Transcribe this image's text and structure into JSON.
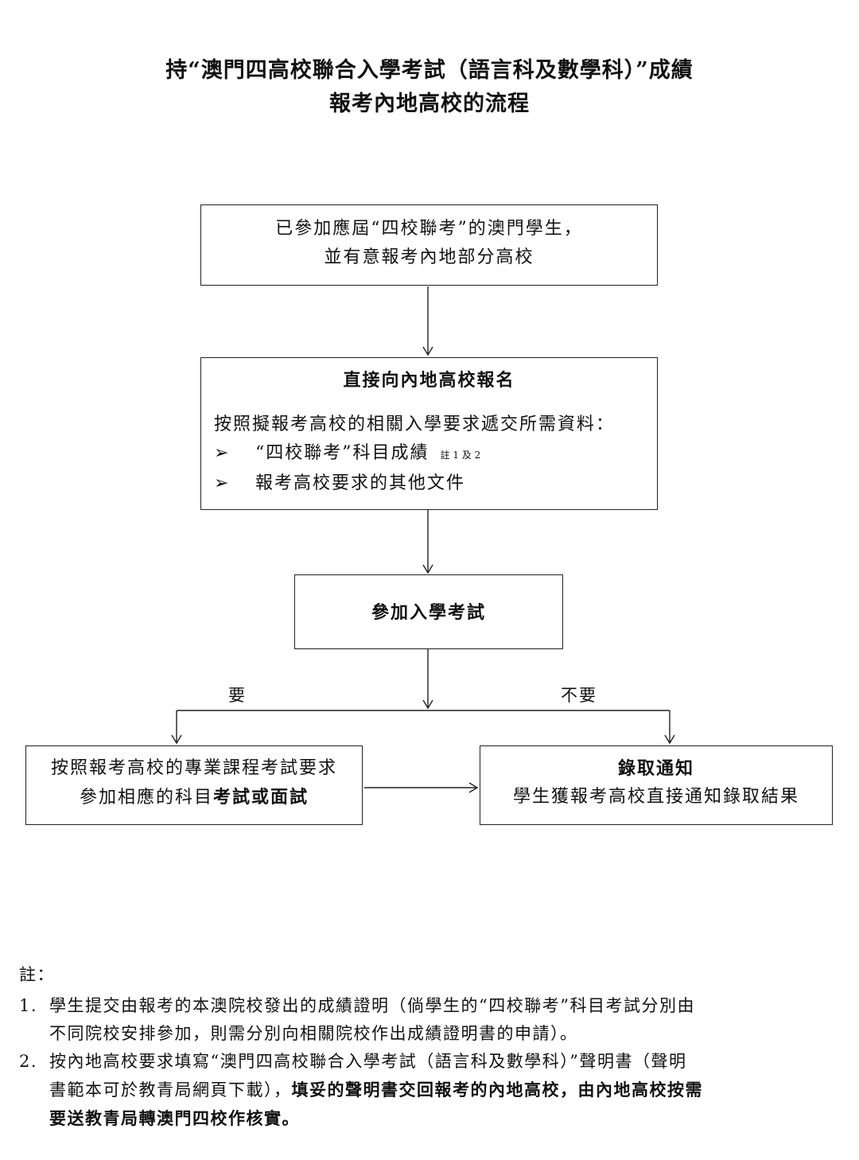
{
  "title": {
    "line1": "持“澳門四高校聯合入學考試（語言科及數學科）”成績",
    "line2": "報考內地高校的流程"
  },
  "flow": {
    "step1": {
      "line1": "已參加應屆“四校聯考”的澳門學生，",
      "line2": "並有意報考內地部分高校"
    },
    "step2": {
      "heading": "直接向內地高校報名",
      "intro": "按照擬報考高校的相關入學要求遞交所需資料：",
      "bullet_symbol": "➢",
      "bullets": [
        {
          "text": "“四校聯考”科目成績",
          "note": "註 1 及 2"
        },
        {
          "text": "報考高校要求的其他文件"
        }
      ]
    },
    "step3": {
      "label": "參加入學考試"
    },
    "branch_yes": "要",
    "branch_no": "不要",
    "step_exam": {
      "line1": "按照報考高校的專業課程考試要求",
      "line2_normal": "參加相應的科目",
      "line2_bold": "考試或面試"
    },
    "step_admit": {
      "heading": "錄取通知",
      "text": "學生獲報考高校直接通知錄取結果"
    }
  },
  "notes": {
    "label": "註：",
    "items": [
      {
        "num": "1.",
        "line1": "學生提交由報考的本澳院校發出的成績證明（倘學生的“四校聯考”科目考試分別由",
        "line2": "不同院校安排參加，則需分別向相關院校作出成績證明書的申請）。"
      },
      {
        "num": "2.",
        "line1": "按內地高校要求填寫“澳門四高校聯合入學考試（語言科及數學科）”聲明書（聲明",
        "line2_normal": "書範本可於教青局網頁下載），",
        "line2_bold": "填妥的聲明書交回報考的內地高校，由內地高校按需",
        "line3_bold": "要送教青局轉澳門四校作核實。"
      }
    ]
  }
}
